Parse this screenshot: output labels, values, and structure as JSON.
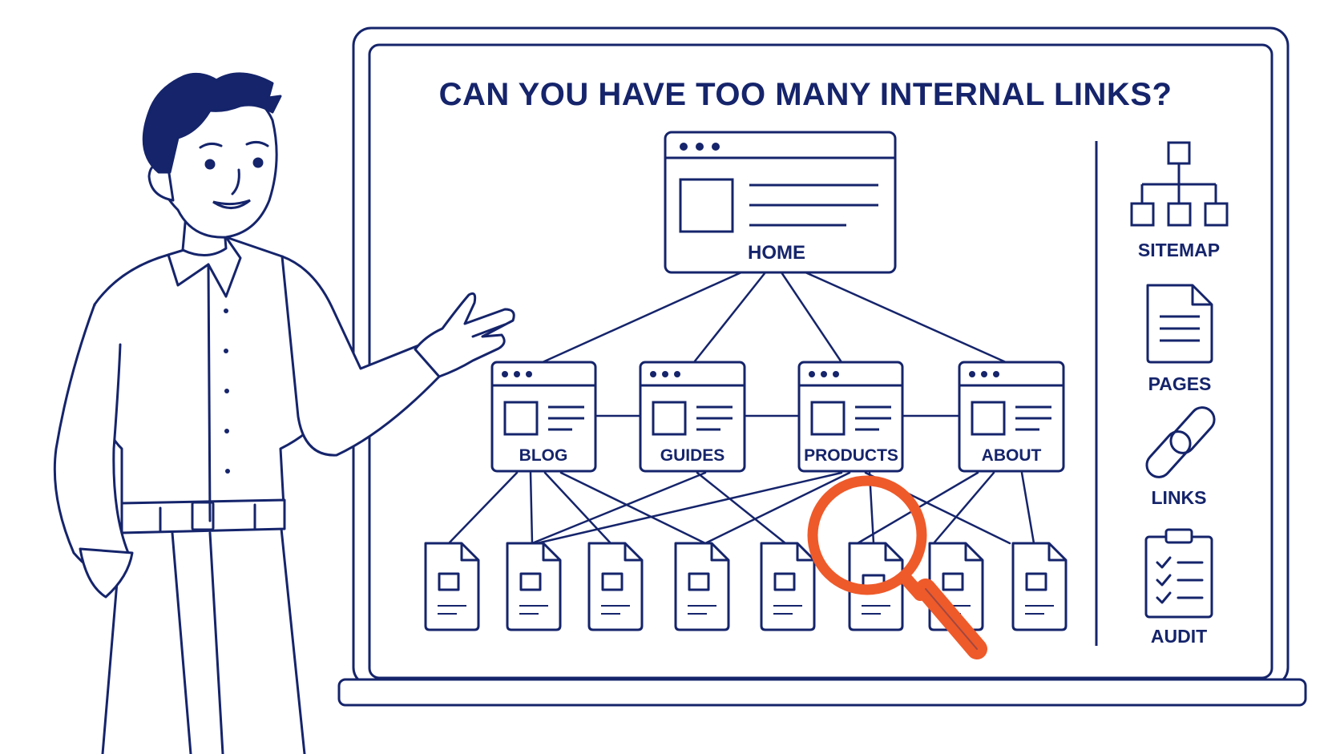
{
  "title": "CAN YOU HAVE TOO MANY INTERNAL LINKS?",
  "diagram": {
    "root": "HOME",
    "sections": [
      "BLOG",
      "GUIDES",
      "PRODUCTS",
      "ABOUT"
    ],
    "sidebar": [
      {
        "label": "SITEMAP",
        "icon": "sitemap-icon"
      },
      {
        "label": "PAGES",
        "icon": "document-icon"
      },
      {
        "label": "LINKS",
        "icon": "chain-link-icon"
      },
      {
        "label": "AUDIT",
        "icon": "clipboard-checklist-icon"
      }
    ]
  },
  "colors": {
    "ink": "#15246b",
    "accent": "#ee5a2a",
    "background": "#ffffff"
  }
}
